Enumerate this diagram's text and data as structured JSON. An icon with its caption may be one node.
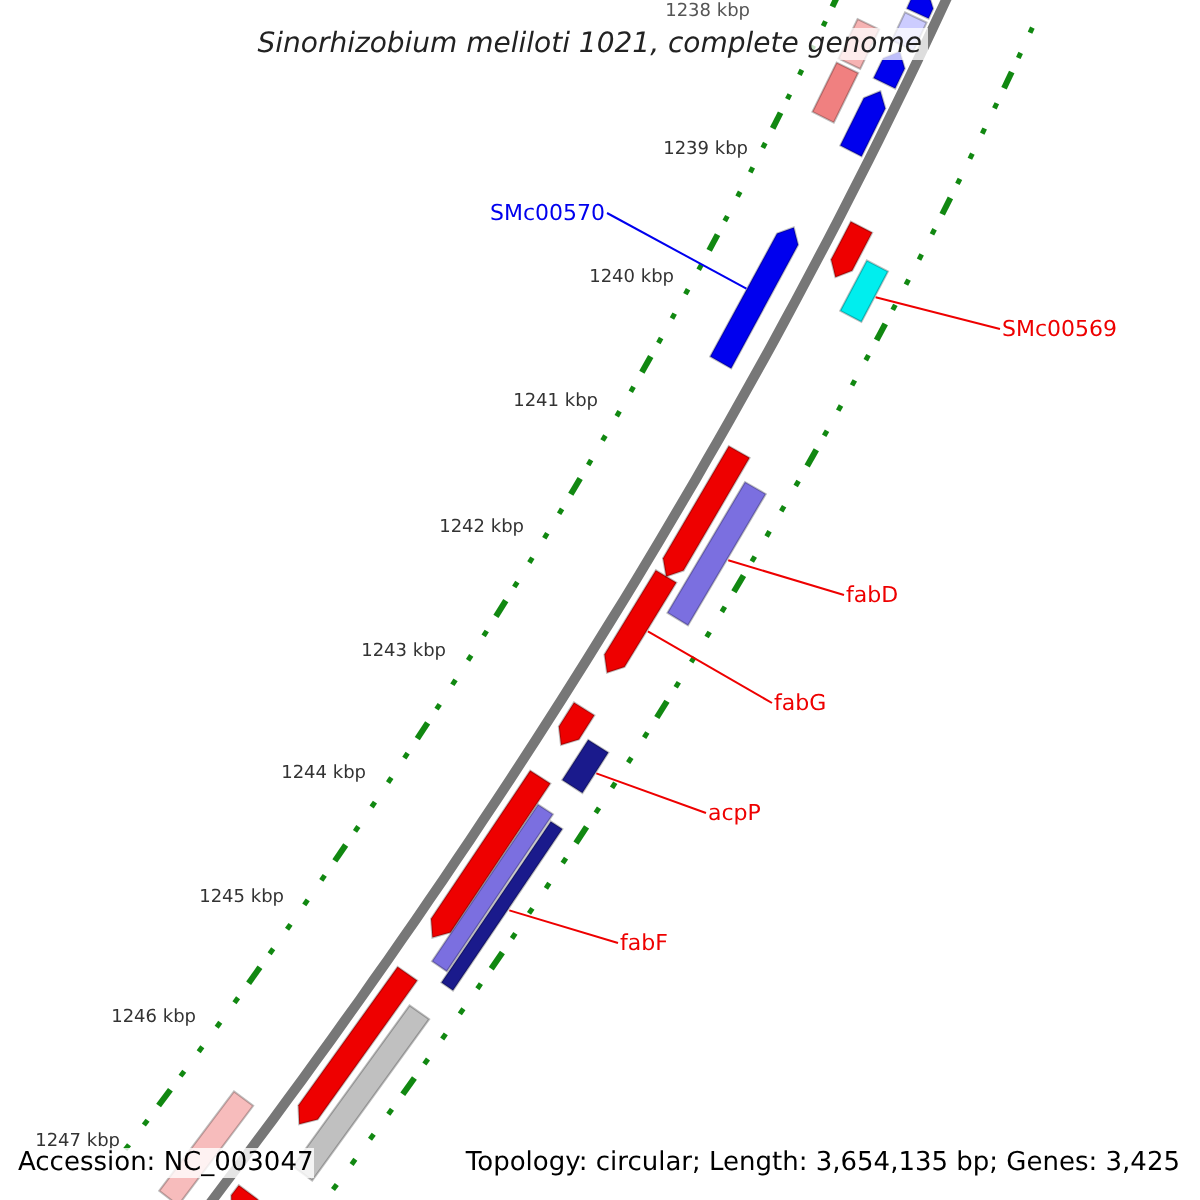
{
  "diagram": {
    "title": "Sinorhizobium meliloti 1021, complete genome",
    "nodes": [
      {
        "text": [
          "SMc00570"
        ]
      },
      {
        "text": [],
        "shape": "arrow"
      },
      {
        "text": [
          "SMc00569"
        ]
      },
      {
        "text": [],
        "shape": "bar"
      },
      {
        "text": [
          "fabD"
        ]
      },
      {
        "text": [],
        "shape": "bar"
      },
      {
        "text": [
          "fabG"
        ]
      },
      {
        "text": [],
        "shape": "arrow"
      },
      {
        "text": [
          "acpP"
        ]
      },
      {
        "text": [],
        "shape": "bar"
      },
      {
        "text": [
          "fabF"
        ]
      },
      {
        "text": [],
        "shape": "bar"
      },
      {
        "text": [],
        "shape": "arrow"
      },
      {
        "text": [],
        "shape": "bar"
      },
      {
        "text": [],
        "shape": "arrow"
      },
      {
        "text": [],
        "shape": "arrow"
      },
      {
        "text": [],
        "shape": "bar"
      },
      {
        "text": [],
        "shape": "bar"
      },
      {
        "text": [],
        "shape": "arrow"
      },
      {
        "text": [],
        "shape": "arrow"
      },
      {
        "text": [],
        "shape": "arrow"
      },
      {
        "text": [],
        "shape": "arrow"
      },
      {
        "text": [],
        "shape": "bar"
      },
      {
        "text": [],
        "shape": "arrow"
      },
      {
        "text": [],
        "shape": "bar"
      },
      {
        "text": [],
        "shape": "arrow"
      },
      {
        "text": [],
        "shape": "bar"
      }
    ],
    "edges": [
      {
        "from": 0,
        "to": 1,
        "arrow": "none",
        "color": "#0000ee"
      },
      {
        "from": 2,
        "to": 3,
        "arrow": "none"
      },
      {
        "from": 4,
        "to": 5,
        "arrow": "none"
      },
      {
        "from": 6,
        "to": 7,
        "arrow": "none"
      },
      {
        "from": 8,
        "to": 9,
        "arrow": "none"
      },
      {
        "from": 10,
        "to": 11,
        "arrow": "none"
      }
    ],
    "labels": [
      "1238 kbp",
      "1239 kbp",
      "1240 kbp",
      "1241 kbp",
      "1242 kbp",
      "1243 kbp",
      "1244 kbp",
      "1245 kbp",
      "1246 kbp",
      "1247 kbp",
      "Accession: NC_003047",
      "Topology: circular; Length: 3,654,135 bp; Genes: 3,425"
    ]
  }
}
